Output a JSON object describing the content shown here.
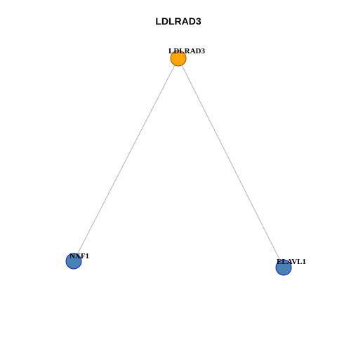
{
  "title": "LDLRAD3",
  "nodes": [
    {
      "id": "LDLRAD3",
      "label": "LDLRAD3",
      "fill": "#ffa500",
      "stroke": "#8b5a00",
      "is_center": true
    },
    {
      "id": "NXF1",
      "label": "NXF1",
      "fill": "#4682b4",
      "stroke": "#1a1acd",
      "is_center": false
    },
    {
      "id": "ELAVL1",
      "label": "ELAVL1",
      "fill": "#4682b4",
      "stroke": "#1a1acd",
      "is_center": false
    }
  ],
  "edges": [
    {
      "source": "LDLRAD3",
      "target": "NXF1"
    },
    {
      "source": "LDLRAD3",
      "target": "ELAVL1"
    }
  ]
}
